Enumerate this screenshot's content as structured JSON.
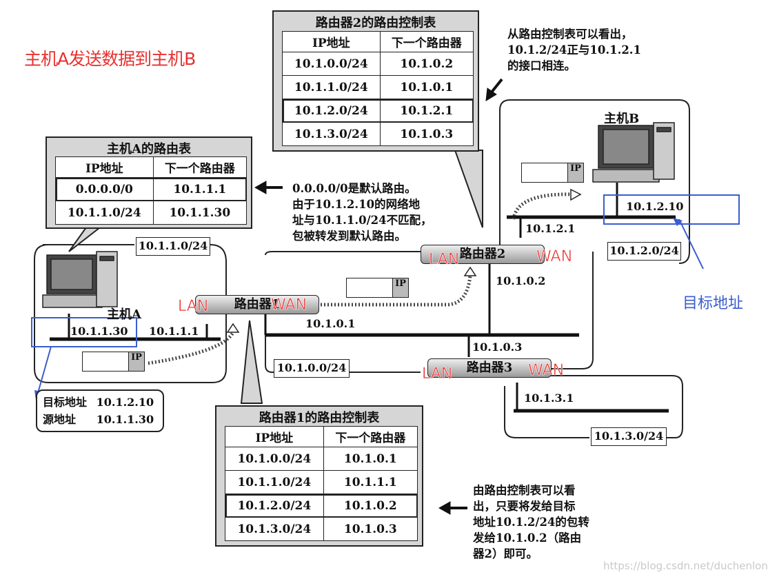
{
  "title": "主机A发送数据到主机B",
  "router2_table": {
    "title": "路由器2的路由控制表",
    "headers": [
      "IP地址",
      "下一个路由器"
    ],
    "rows": [
      [
        "10.1.0.0/24",
        "10.1.0.2"
      ],
      [
        "10.1.1.0/24",
        "10.1.0.1"
      ],
      [
        "10.1.2.0/24",
        "10.1.2.1"
      ],
      [
        "10.1.3.0/24",
        "10.1.0.3"
      ]
    ]
  },
  "hostA_table": {
    "title": "主机A的路由表",
    "headers": [
      "IP地址",
      "下一个路由器"
    ],
    "rows": [
      [
        "0.0.0.0/0",
        "10.1.1.1"
      ],
      [
        "10.1.1.0/24",
        "10.1.1.30"
      ]
    ]
  },
  "router1_table": {
    "title": "路由器1的路由控制表",
    "headers": [
      "IP地址",
      "下一个路由器"
    ],
    "rows": [
      [
        "10.1.0.0/24",
        "10.1.0.1"
      ],
      [
        "10.1.1.0/24",
        "10.1.1.1"
      ],
      [
        "10.1.2.0/24",
        "10.1.0.2"
      ],
      [
        "10.1.3.0/24",
        "10.1.0.3"
      ]
    ]
  },
  "notes": {
    "top_right": [
      "从路由控制表可以看出，",
      "10.1.2/24正与10.1.2.1",
      "的接口相连。"
    ],
    "middle": [
      "0.0.0.0/0是默认路由。",
      "由于10.1.2.10的网络地",
      "址与10.1.1.0/24不匹配，",
      "包被转发到默认路由。"
    ],
    "bottom_right": [
      "由路由控制表可以看",
      "出，只要将发给目标",
      "地址10.1.2/24的包转",
      "发给10.1.0.2（路由",
      "器2）即可。"
    ]
  },
  "hosts": {
    "a": "主机A",
    "b": "主机B"
  },
  "routers": {
    "r1": "路由器1",
    "r2": "路由器2",
    "r3": "路由器3"
  },
  "lan": "LAN",
  "wan": "WAN",
  "ip_tag": "IP",
  "networks": {
    "net_a": "10.1.1.0/24",
    "net_b": "10.1.2.0/24",
    "net_core": "10.1.0.0/24",
    "net_c": "10.1.3.0/24"
  },
  "addresses": {
    "hostA": "10.1.1.30",
    "r1_lan": "10.1.1.1",
    "r1_wan": "10.1.0.1",
    "r2_wan": "10.1.0.2",
    "r2_lan": "10.1.2.1",
    "hostB": "10.1.2.10",
    "r3_wan": "10.1.0.3",
    "r3_lan": "10.1.3.1"
  },
  "packet_info": {
    "dst_label": "目标地址",
    "dst": "10.1.2.10",
    "src_label": "源地址",
    "src": "10.1.1.30"
  },
  "target_label": "目标地址",
  "watermark": "https://blog.csdn.net/duchenlong",
  "colors": {
    "accent_red": "#e8312f",
    "accent_blue": "#3a5dcf",
    "panel_gray": "#d6d6d6"
  }
}
